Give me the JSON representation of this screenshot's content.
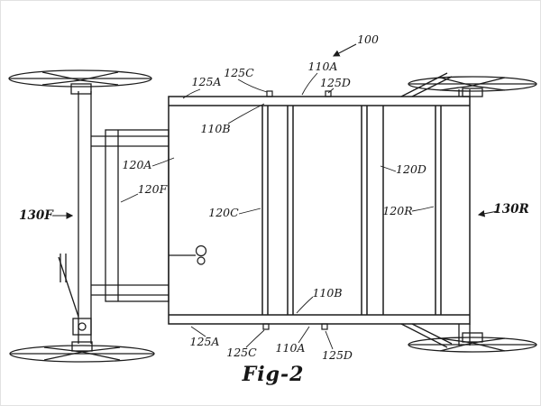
{
  "figure": {
    "caption": "Fig-2"
  },
  "labels": {
    "ref_100": "100",
    "top_125A": "125A",
    "top_125C": "125C",
    "top_110A": "110A",
    "top_125D": "125D",
    "upper_110B": "110B",
    "left_120A": "120A",
    "left_120F": "120F",
    "mid_120C": "120C",
    "right_120D": "120D",
    "right_120R": "120R",
    "side_130F": "130F",
    "side_130R": "130R",
    "bottom_125A": "125A",
    "bottom_125C": "125C",
    "bottom_110A": "110A",
    "bottom_125D": "125D",
    "lower_110B": "110B"
  },
  "colors": {
    "ink": "#1c1c1c",
    "paper": "#ffffff"
  }
}
